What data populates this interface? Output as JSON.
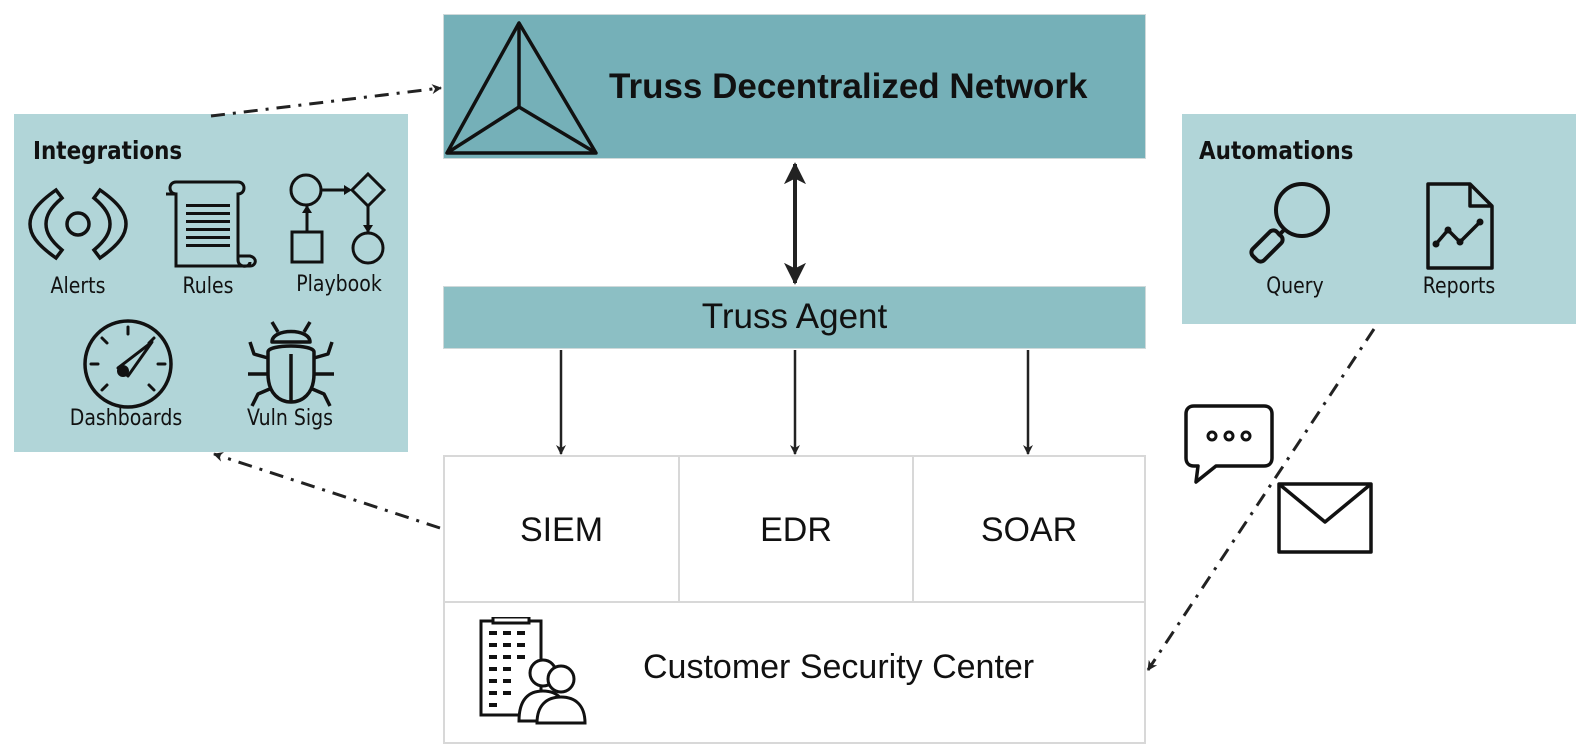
{
  "network": {
    "title": "Truss Decentralized Network"
  },
  "agent": {
    "title": "Truss Agent"
  },
  "tools": [
    {
      "label": "SIEM"
    },
    {
      "label": "EDR"
    },
    {
      "label": "SOAR"
    }
  ],
  "customer_center": {
    "title": "Customer Security Center"
  },
  "integrations": {
    "title": "Integrations",
    "items": [
      {
        "label": "Alerts",
        "icon": "alerts-icon"
      },
      {
        "label": "Rules",
        "icon": "rules-scroll-icon"
      },
      {
        "label": "Playbook",
        "icon": "playbook-flow-icon"
      },
      {
        "label": "Dashboards",
        "icon": "dashboard-gauge-icon"
      },
      {
        "label": "Vuln Sigs",
        "icon": "bug-icon"
      }
    ]
  },
  "automations": {
    "title": "Automations",
    "items": [
      {
        "label": "Query",
        "icon": "magnifier-icon"
      },
      {
        "label": "Reports",
        "icon": "report-document-icon"
      }
    ]
  },
  "notifications": {
    "icons": [
      "chat-bubble-icon",
      "envelope-icon"
    ]
  },
  "colors": {
    "network_fill": "#75b0b8",
    "agent_fill": "#8cbfc4",
    "panel_fill": "#b1d5d8",
    "line": "#222222"
  }
}
